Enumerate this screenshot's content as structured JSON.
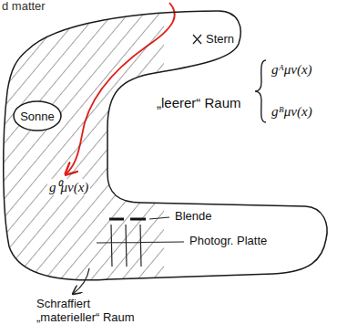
{
  "diagram": {
    "nodes": [
      {
        "text": [
          "Stern",
          "g⁰μν(x)",
          "Blende",
          "Photogr. Platte"
        ]
      },
      {
        "text": [
          "Sonne"
        ],
        "in": 0
      }
    ],
    "labels": [
      "d matter",
      "„leerer“ Raum",
      "gᴬμν(x)",
      "gᴮμν(x)",
      "Schraffiert „materieller“ Raum"
    ]
  }
}
